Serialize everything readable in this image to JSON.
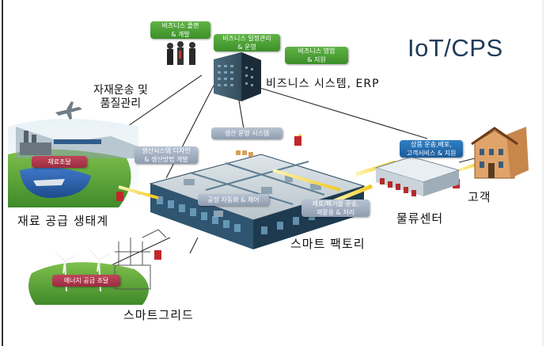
{
  "title": "IoT/CPS",
  "business": {
    "plan": [
      "비즈니스 플랜",
      "& 개발"
    ],
    "schedule": [
      "비즈니스 일정관리",
      "& 운영"
    ],
    "sales": [
      "비즈니스 영업",
      "& 지원"
    ],
    "label": "비즈니스 시스템, ERP"
  },
  "transport_label": [
    "자재운송 및",
    "품질관리"
  ],
  "supply": {
    "box": "재료조달",
    "label": "재료 공급 생태계"
  },
  "factory": {
    "production_ops": "생산 운영 시스템",
    "design": [
      "생산시스템 디자인",
      "& 생산방법 개발"
    ],
    "automation": "공정 자동화 & 제어",
    "label": "스마트 팩토리"
  },
  "logistics": {
    "recycle": [
      "재료/폐기물 운송,",
      "재활용 & 처리"
    ],
    "label": "물류센터"
  },
  "customer": {
    "service": [
      "상품 운송,배포,",
      "고객서비스 & 지원"
    ],
    "label": "고객"
  },
  "grid": {
    "box": "에너지 공급 조달",
    "label": "스마트그리드"
  },
  "colors": {
    "green_box": "#4aa235",
    "red_box": "#b0384d",
    "grey_box": "#a4b1c3",
    "blue_box": "#2670b0",
    "title": "#1f3b5a",
    "flow_line": "#f2d21b"
  }
}
